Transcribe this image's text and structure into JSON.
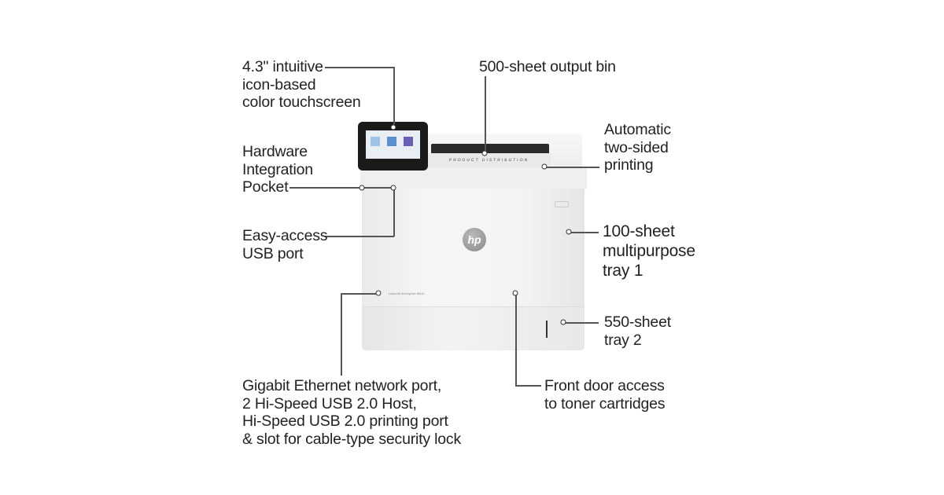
{
  "callouts": {
    "touchscreen": [
      "4.3\" intuitive",
      "icon-based",
      "color touchscreen"
    ],
    "output_bin": [
      "500-sheet output bin"
    ],
    "duplex": [
      "Automatic",
      "two-sided",
      "printing"
    ],
    "hip": [
      "Hardware",
      "Integration",
      "Pocket"
    ],
    "usb": [
      "Easy-access",
      "USB port"
    ],
    "mp_tray": [
      "100-sheet",
      "multipurpose",
      "tray 1"
    ],
    "tray2": [
      "550-sheet",
      "tray 2"
    ],
    "ports": [
      "Gigabit Ethernet network port,",
      "2 Hi-Speed USB 2.0 Host,",
      "Hi-Speed USB 2.0 printing port",
      "& slot for cable-type security lock"
    ],
    "front_door": [
      "Front door access",
      "to toner cartridges"
    ]
  },
  "product": {
    "model_label": "LaserJet Enterprise M611",
    "brand_logo": "hp",
    "output_tray_print": "PRODUCT DISTRIBUTION"
  },
  "colors": {
    "body": "#f2f2f2",
    "panel": "#1a1a1a",
    "line": "#555555"
  }
}
